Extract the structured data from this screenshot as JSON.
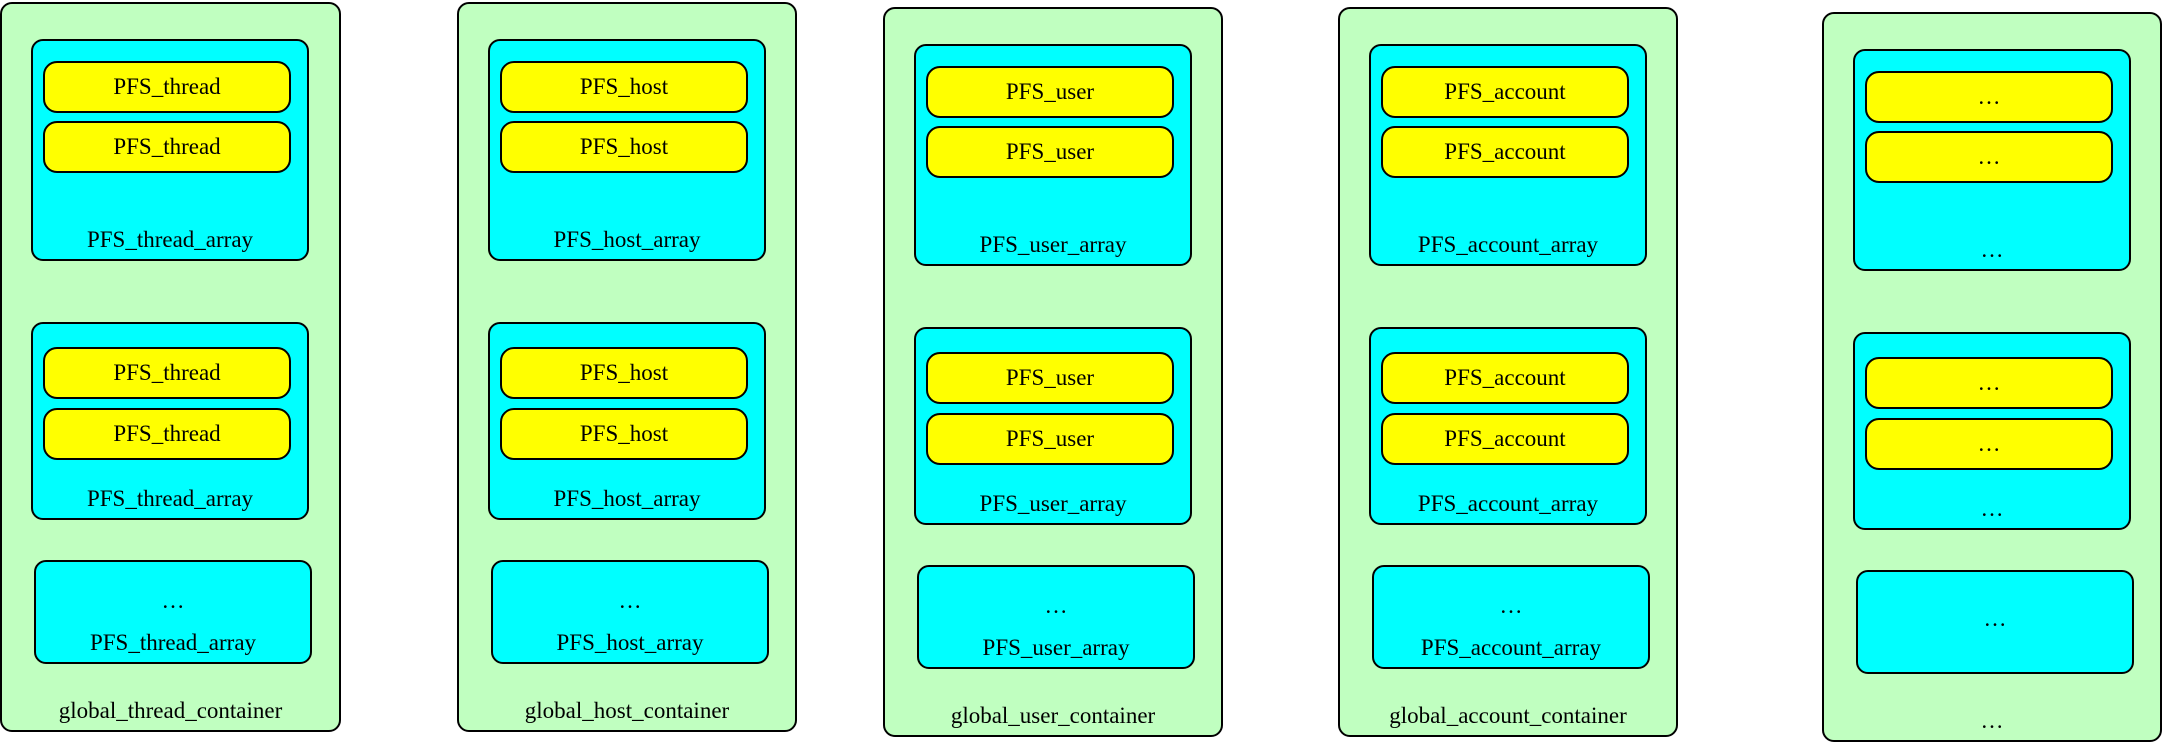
{
  "colors": {
    "container": "#c0ffc0",
    "array": "#00ffff",
    "item": "#ffff00",
    "border": "#000000"
  },
  "containers": [
    {
      "label": "global_thread_container",
      "arrays": [
        {
          "items": [
            "PFS_thread",
            "PFS_thread"
          ],
          "ellipsis": "",
          "label": "PFS_thread_array"
        },
        {
          "items": [
            "PFS_thread",
            "PFS_thread"
          ],
          "ellipsis": "",
          "label": "PFS_thread_array"
        },
        {
          "items": [],
          "ellipsis": "…",
          "label": "PFS_thread_array"
        }
      ]
    },
    {
      "label": "global_host_container",
      "arrays": [
        {
          "items": [
            "PFS_host",
            "PFS_host"
          ],
          "ellipsis": "",
          "label": "PFS_host_array"
        },
        {
          "items": [
            "PFS_host",
            "PFS_host"
          ],
          "ellipsis": "",
          "label": "PFS_host_array"
        },
        {
          "items": [],
          "ellipsis": "…",
          "label": "PFS_host_array"
        }
      ]
    },
    {
      "label": "global_user_container",
      "arrays": [
        {
          "items": [
            "PFS_user",
            "PFS_user"
          ],
          "ellipsis": "",
          "label": "PFS_user_array"
        },
        {
          "items": [
            "PFS_user",
            "PFS_user"
          ],
          "ellipsis": "",
          "label": "PFS_user_array"
        },
        {
          "items": [],
          "ellipsis": "…",
          "label": "PFS_user_array"
        }
      ]
    },
    {
      "label": "global_account_container",
      "arrays": [
        {
          "items": [
            "PFS_account",
            "PFS_account"
          ],
          "ellipsis": "",
          "label": "PFS_account_array"
        },
        {
          "items": [
            "PFS_account",
            "PFS_account"
          ],
          "ellipsis": "",
          "label": "PFS_account_array"
        },
        {
          "items": [],
          "ellipsis": "…",
          "label": "PFS_account_array"
        }
      ]
    },
    {
      "label": "…",
      "arrays": [
        {
          "items": [
            "…",
            "…"
          ],
          "ellipsis": "",
          "label": "…"
        },
        {
          "items": [
            "…",
            "…"
          ],
          "ellipsis": "",
          "label": "…"
        },
        {
          "items": [],
          "ellipsis": "…",
          "label": ""
        }
      ]
    }
  ]
}
